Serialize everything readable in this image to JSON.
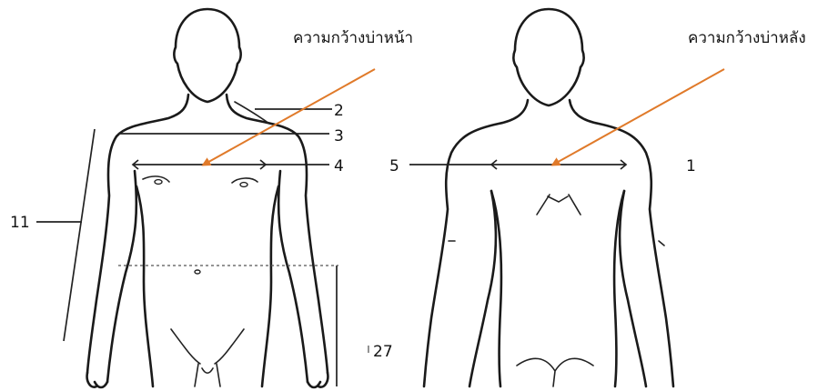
{
  "labels": {
    "front_shoulder_width": "ความกว้างบ่าหน้า",
    "back_shoulder_width": "ความกว้างบ่าหลัง"
  },
  "markers": {
    "m2": "2",
    "m3": "3",
    "m4": "4",
    "m5": "5",
    "m11": "11",
    "m27": "27",
    "m1": "1"
  },
  "colors": {
    "arrow": "#e07a2a",
    "outline": "#1a1a1a"
  }
}
